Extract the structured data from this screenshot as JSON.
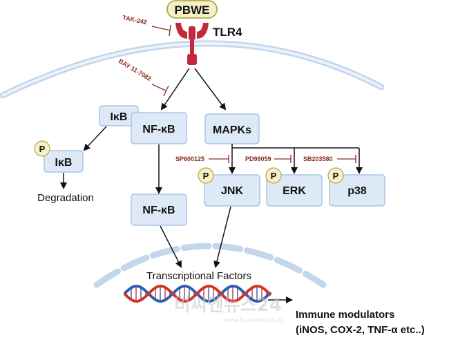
{
  "ligand": "PBWE",
  "receptor": "TLR4",
  "inhibitors": {
    "tak": "TAK-242",
    "bay": "BAY 11-7082",
    "sp": "SP600125",
    "pd": "PD98059",
    "sb": "SB203580"
  },
  "nodes": {
    "ikb": "IκB",
    "nfkb": "NF-κB",
    "mapks": "MAPKs",
    "ikb_p": "IκB",
    "degradation": "Degradation",
    "nfkb_nuc": "NF-κB",
    "jnk": "JNK",
    "erk": "ERK",
    "p38": "p38",
    "phospho": "P",
    "transcription": "Transcriptional Factors",
    "output_title": "Immune modulators",
    "output_detail": "(iNOS, COX-2, TNF-α etc..)"
  },
  "watermark": {
    "main": "비씨엔뉴스24",
    "sub": "www.bcnnews24.kr"
  },
  "colors": {
    "box_fill": "#dde9f7",
    "box_stroke": "#9dbbe0",
    "inhibitor": "#8b2a22",
    "receptor": "#c22a3e",
    "membrane": "#d4e2f2",
    "phospho_fill": "#f6f0c6",
    "dna_red": "#d0342c",
    "dna_blue": "#2f5fa8"
  }
}
